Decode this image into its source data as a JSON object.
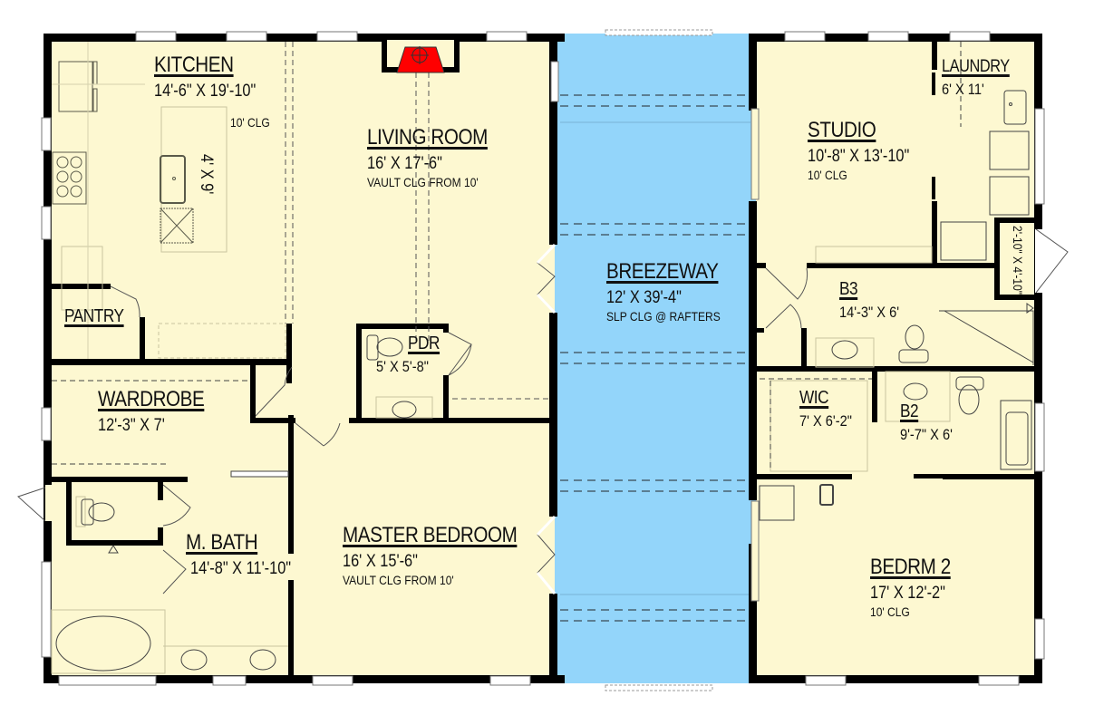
{
  "plan": {
    "colors": {
      "floor": "#FDF8D1",
      "breezeway": "#93D5FA",
      "wall": "#000000",
      "fireplace": "#FF0000",
      "fixture_line": "#7a7a6a"
    },
    "rooms": {
      "kitchen": {
        "name": "KITCHEN",
        "dim": "14'-6\" X 19'-10\"",
        "note": "10' CLG",
        "island": "4' X 9'"
      },
      "living": {
        "name": "LIVING ROOM",
        "dim": "16' X 17'-6\"",
        "note": "VAULT CLG FROM 10'"
      },
      "breezeway": {
        "name": "BREEZEWAY",
        "dim": "12' X 39'-4\"",
        "note": "SLP CLG @ RAFTERS"
      },
      "studio": {
        "name": "STUDIO",
        "dim": "10'-8\" X 13'-10\"",
        "note": "10' CLG"
      },
      "laundry": {
        "name": "LAUNDRY",
        "dim": "6' X 11'"
      },
      "closet": {
        "dim": "2'-10\" X 4'-10\""
      },
      "b3": {
        "name": "B3",
        "dim": "14'-3\" X 6'"
      },
      "pantry": {
        "name": "PANTRY"
      },
      "pdr": {
        "name": "PDR",
        "dim": "5' X 5'-8\""
      },
      "wardrobe": {
        "name": "WARDROBE",
        "dim": "12'-3\" X 7'"
      },
      "wic": {
        "name": "WIC",
        "dim": "7' X 6'-2\""
      },
      "b2": {
        "name": "B2",
        "dim": "9'-7\" X 6'"
      },
      "mbath": {
        "name": "M. BATH",
        "dim": "14'-8\" X 11'-10\""
      },
      "master": {
        "name": "MASTER BEDROOM",
        "dim": "16' X 15'-6\"",
        "note": "VAULT CLG FROM 10'"
      },
      "bedrm2": {
        "name": "BEDRM 2",
        "dim": "17' X 12'-2\"",
        "note": "10' CLG"
      }
    }
  }
}
